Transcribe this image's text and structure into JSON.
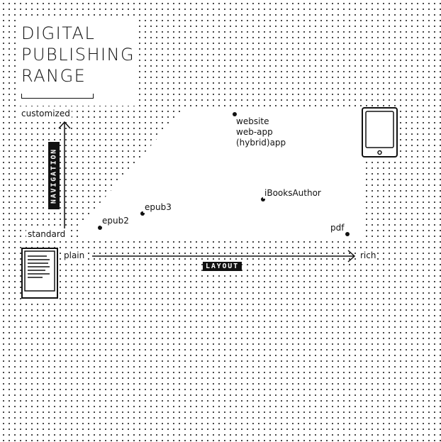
{
  "title": [
    "DIGITAL",
    "PUBLISHING",
    "RANGE"
  ],
  "axes": {
    "x": {
      "label": "LAYOUT",
      "min_label": "plain",
      "max_label": "rich"
    },
    "y": {
      "label": "NAVIGATION",
      "min_label": "standard",
      "max_label": "customized"
    }
  },
  "points": {
    "epub2": "epub2",
    "epub3": "epub3",
    "ibooks": "iBooksAuthor",
    "pdf": "pdf",
    "web": [
      "website",
      "web-app",
      "(hybrid)app"
    ]
  },
  "icons": {
    "ereader": "e-reader-icon",
    "tablet": "tablet-icon"
  },
  "colors": {
    "ink": "#111111",
    "paper": "#ffffff"
  }
}
